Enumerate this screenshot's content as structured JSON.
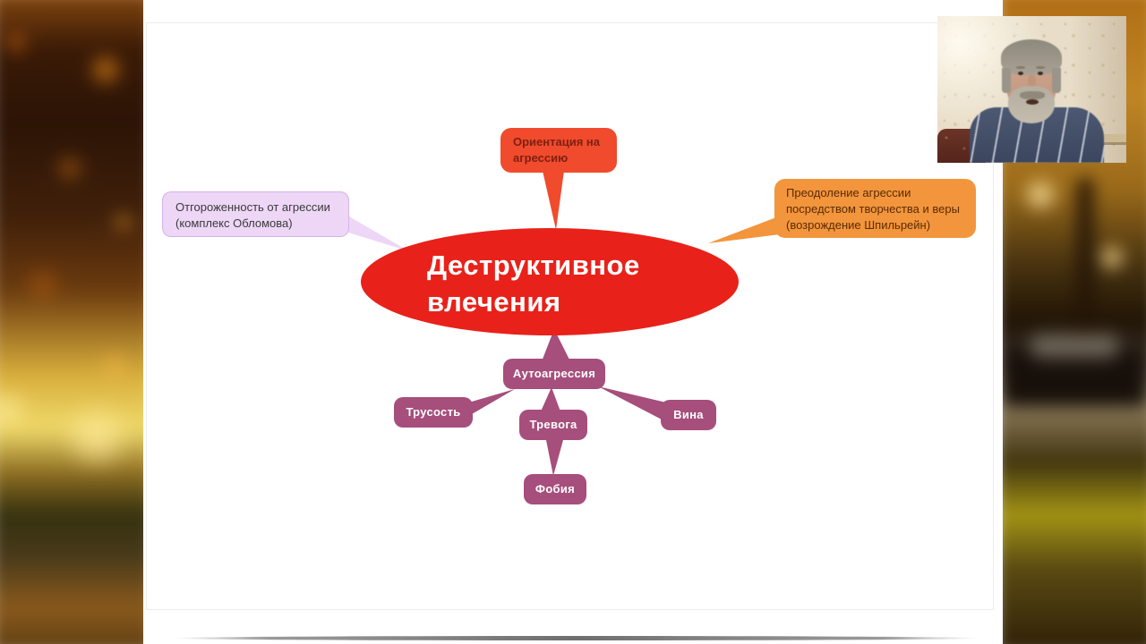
{
  "slide": {
    "center_topic": "Деструктивное\nвлечения",
    "branches": {
      "orientation": "Ориентация на\nагрессию",
      "isolation": "Отгороженность от агрессии\n(комплекс Обломова)",
      "overcoming": "Преодоление агрессии\nпосредством творчества и веры\n(возрождение Шпильрейн)",
      "autoaggression": "Аутоагрессия",
      "cowardice": "Трусость",
      "anxiety": "Тревога",
      "guilt": "Вина",
      "phobia": "Фобия"
    }
  },
  "colors": {
    "center_red": "#e8221a",
    "orientation_red": "#f04b2d",
    "isolation_lavender": "#eed6f7",
    "overcoming_orange": "#f2953c",
    "branch_purple": "#a64e7c"
  }
}
